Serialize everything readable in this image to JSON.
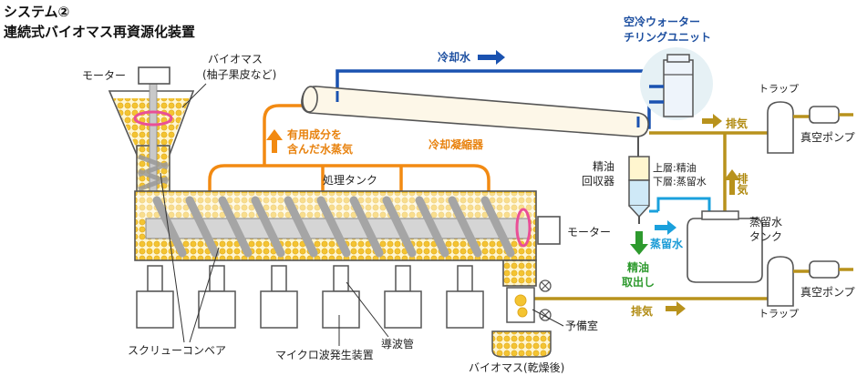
{
  "header": {
    "title": "システム②",
    "subtitle": "連続式バイオマス再資源化装置"
  },
  "labels": {
    "motor_top": "モーター",
    "biomass_line1": "バイオマス",
    "biomass_line2": "(柚子果皮など)",
    "cooling_water": "冷却水",
    "chiller_line1": "空冷ウォーター",
    "chiller_line2": "チリングユニット",
    "useful_line1": "有用成分を",
    "useful_line2": "含んだ水蒸気",
    "condenser": "冷却凝縮器",
    "tank": "処理タンク",
    "exhaust_top": "排気",
    "exhaust_vertical": "排気",
    "exhaust_bottom": "排気",
    "trap_top": "トラップ",
    "trap_bottom": "トラップ",
    "pump_top": "真空ポンプ",
    "pump_bottom": "真空ポンプ",
    "oil_recovery_line1": "精油",
    "oil_recovery_line2": "回収器",
    "upper_layer": "上層:精油",
    "lower_layer": "下層:蒸留水",
    "distilled_water": "蒸留水",
    "distilled_tank_line1": "蒸留水",
    "distilled_tank_line2": "タンク",
    "oil_out_line1": "精油",
    "oil_out_line2": "取出し",
    "motor_right": "モーター",
    "spare_room": "予備室",
    "conveyor": "スクリューコンベア",
    "microwave": "マイクロ波発生装置",
    "waveguide": "導波管",
    "dried_biomass": "バイオマス(乾燥後)"
  },
  "colors": {
    "orange_flow": "#f28a12",
    "cooling_water": "#1a52b0",
    "exhaust_line": "#b8921c",
    "distilled_line": "#1aa0dc",
    "oil_arrow": "#2e9a2e",
    "biomass_fill": "#f6cf3c",
    "screw_gray": "#c9c9c9",
    "rotation": "#ea4f96",
    "outline": "#555555"
  }
}
